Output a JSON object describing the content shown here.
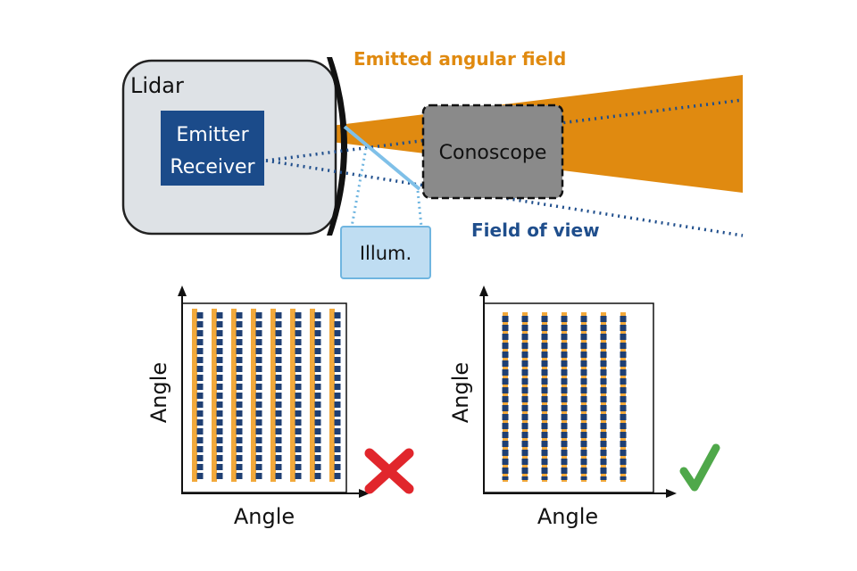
{
  "diagram": {
    "lidar_label": "Lidar",
    "emitter_label": "Emitter",
    "receiver_label": "Receiver",
    "conoscope_label": "Conoscope",
    "illum_label": "Illum.",
    "emitted_field_label": "Emitted angular field",
    "field_of_view_label": "Field of view"
  },
  "plots": {
    "left": {
      "xlabel": "Angle",
      "ylabel": "Angle",
      "verdict": "misaligned",
      "verdict_icon": "red-x-icon"
    },
    "right": {
      "xlabel": "Angle",
      "ylabel": "Angle",
      "verdict": "aligned",
      "verdict_icon": "green-check-icon"
    }
  },
  "colors": {
    "orange": "#E08A10",
    "navy": "#1F4E8C",
    "blue_box": "#1B4B8A",
    "light_blue": "#6FB5E0",
    "illum_fill": "#BFDDF2",
    "lidar_fill": "#DEE2E6",
    "conoscope_fill": "#8A8A8A",
    "column_orange": "#F2A93B",
    "dot_navy": "#1F3F73",
    "cross_red": "#E1262C",
    "check_green": "#4FA84A"
  }
}
